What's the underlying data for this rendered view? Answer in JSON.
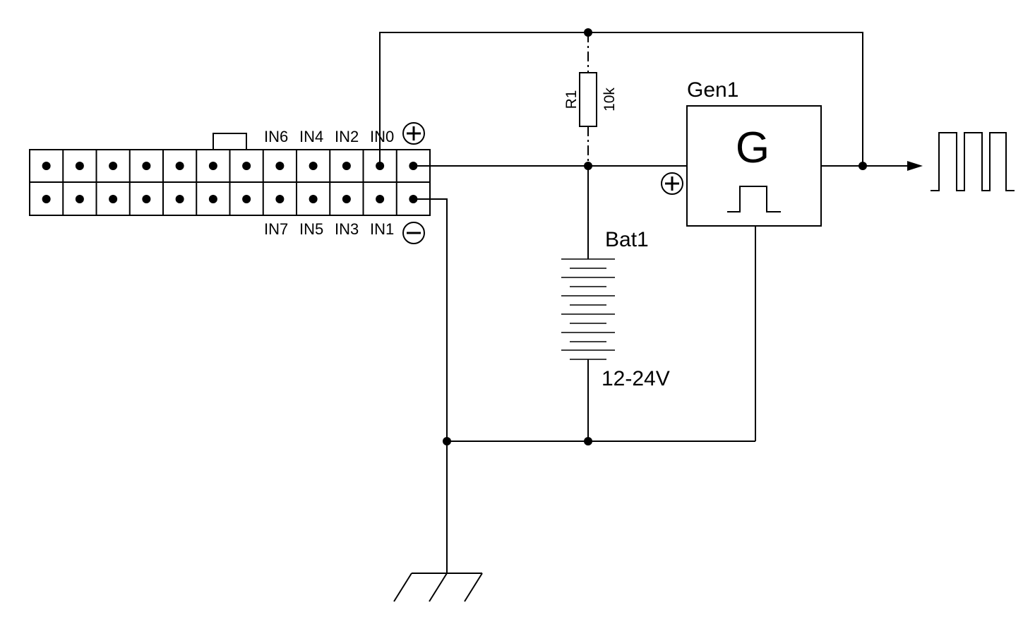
{
  "connector": {
    "pins_top": [
      "IN6",
      "IN4",
      "IN2",
      "IN0"
    ],
    "pins_bottom": [
      "IN7",
      "IN5",
      "IN3",
      "IN1"
    ],
    "plus_sign": "+",
    "minus_sign": "−",
    "columns": 12
  },
  "resistor": {
    "name": "R1",
    "value": "10k"
  },
  "battery": {
    "name": "Bat1",
    "voltage": "12-24V"
  },
  "generator": {
    "name": "Gen1",
    "symbol": "G",
    "input_sign": "+"
  }
}
